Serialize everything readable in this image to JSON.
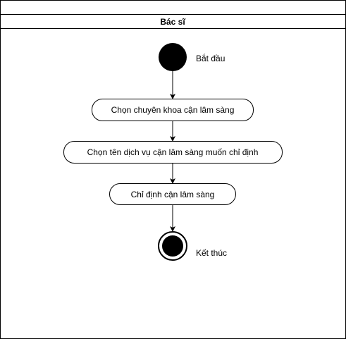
{
  "swimlane": {
    "title": "Bác sĩ"
  },
  "start": {
    "label": "Bắt đầu"
  },
  "actions": [
    "Chọn chuyên khoa cận lâm sàng",
    "Chọn tên dịch vụ cận lâm sàng muốn chỉ định",
    "Chỉ định cận lâm sàng"
  ],
  "end": {
    "label": "Kết thúc"
  },
  "colors": {
    "stroke": "#000000",
    "fill": "#ffffff",
    "node": "#000000"
  }
}
